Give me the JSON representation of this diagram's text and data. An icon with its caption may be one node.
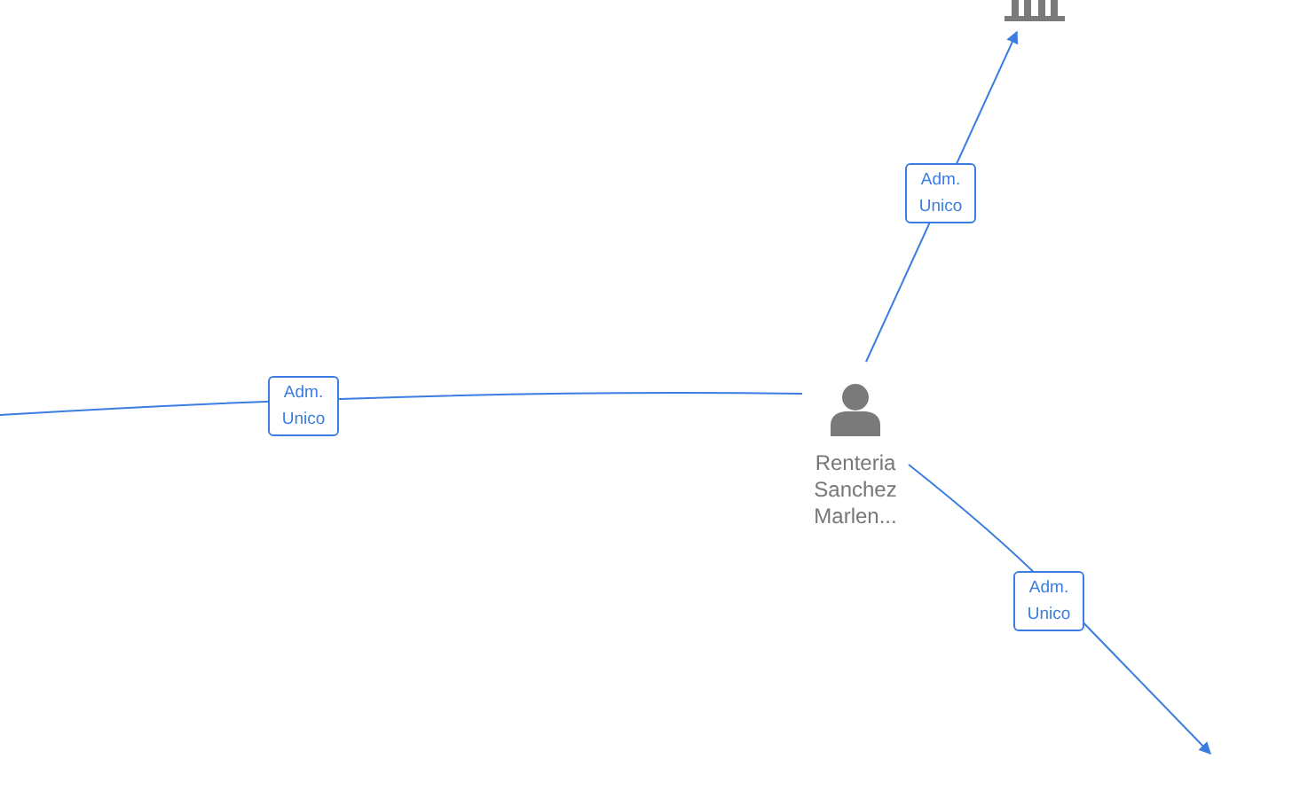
{
  "diagram": {
    "nodes": [
      {
        "text": [
          "Renteria Sanchez Marlen..."
        ]
      },
      {
        "text": [],
        "shape": "picture"
      }
    ],
    "edges": [
      {
        "from": 0,
        "to": 1,
        "arrow": "to",
        "label": "Adm. Unico"
      },
      {
        "from": null,
        "to": 0,
        "arrow": "none",
        "label": "Adm. Unico"
      },
      {
        "from": 0,
        "to": null,
        "arrow": "to",
        "label": "Adm. Unico"
      }
    ]
  }
}
